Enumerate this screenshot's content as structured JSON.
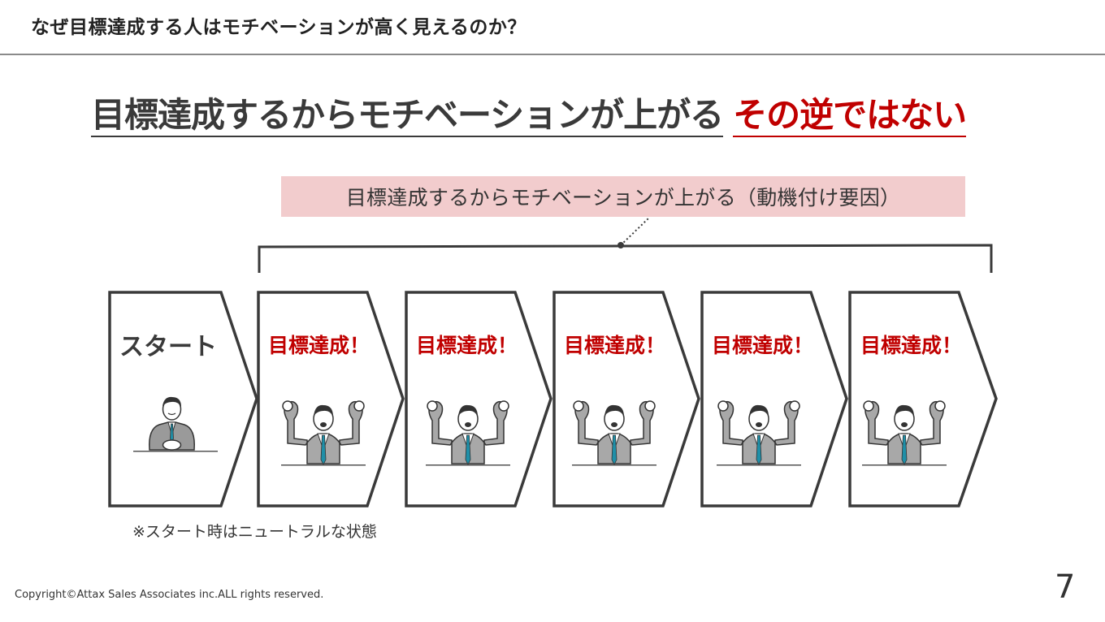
{
  "header": {
    "title": "なぜ目標達成する人はモチベーションが高く見えるのか？"
  },
  "headline": {
    "main": "目標達成するからモチベーションが上がる",
    "emphasis": "その逆ではない",
    "emphasis_color": "#c00000"
  },
  "callout": {
    "text": "目標達成するからモチベーションが上がる（動機付け要因）",
    "background": "#f2cccd"
  },
  "steps": [
    {
      "label": "スタート",
      "figure": "seated-businessman-icon"
    },
    {
      "label": "目標達成！",
      "figure": "cheering-businessman-icon"
    },
    {
      "label": "目標達成！",
      "figure": "cheering-businessman-icon"
    },
    {
      "label": "目標達成！",
      "figure": "cheering-businessman-icon"
    },
    {
      "label": "目標達成！",
      "figure": "cheering-businessman-icon"
    },
    {
      "label": "目標達成！",
      "figure": "cheering-businessman-icon"
    }
  ],
  "note": "※スタート時はニュートラルな状態",
  "footer": {
    "copyright": "Copyright©Attax Sales Associates inc.ALL rights reserved.",
    "page_number": "7"
  }
}
